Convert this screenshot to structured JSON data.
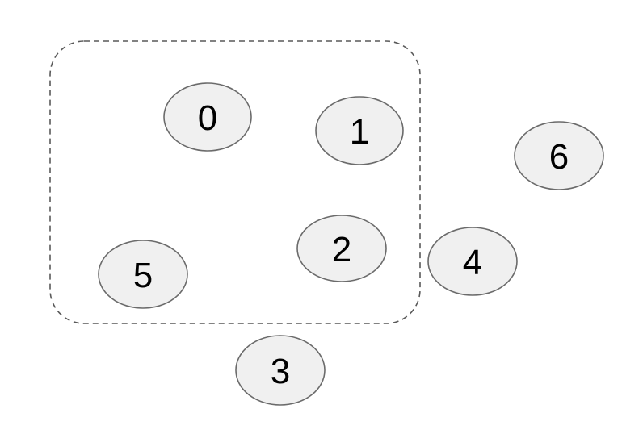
{
  "diagram": {
    "type": "graph",
    "background_color": "#ffffff",
    "node_fill_color": "#f0f0f0",
    "node_stroke_color": "#6b6b6b",
    "cluster_stroke_color": "#595959",
    "cluster_border_style": "dashed",
    "cluster_members": [
      "0",
      "1",
      "2",
      "5"
    ],
    "outside_cluster": [
      "3",
      "4",
      "6"
    ],
    "nodes": [
      {
        "id": "node-0",
        "label": "0",
        "in_cluster": true
      },
      {
        "id": "node-1",
        "label": "1",
        "in_cluster": true
      },
      {
        "id": "node-2",
        "label": "2",
        "in_cluster": true
      },
      {
        "id": "node-3",
        "label": "3",
        "in_cluster": false
      },
      {
        "id": "node-4",
        "label": "4",
        "in_cluster": false
      },
      {
        "id": "node-5",
        "label": "5",
        "in_cluster": true
      },
      {
        "id": "node-6",
        "label": "6",
        "in_cluster": false
      }
    ]
  }
}
